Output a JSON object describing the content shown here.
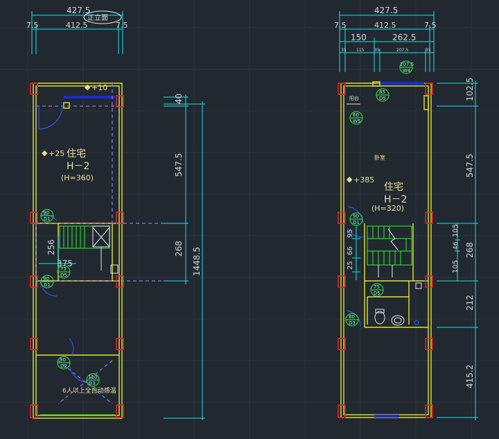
{
  "colors": {
    "background": "#212830",
    "dimension": "#19e3e3",
    "wall": "#e6e62a",
    "column": "#e02424",
    "stair": "#2ed12e",
    "window": "#1a2bd6",
    "text": "#cfd6dc"
  },
  "left_plan": {
    "top_dims": {
      "total": "427.5",
      "left": "7.5",
      "mid": "412.5",
      "right": "7.5",
      "elevation_tag": "正立面"
    },
    "right_dims": {
      "top": "40",
      "upper": "547.5",
      "middle": "268",
      "total": "1448.5"
    },
    "level_top": "+10",
    "level_room": "+25",
    "room_name": "住宅",
    "room_code": "H－2",
    "room_height": "(H=360)",
    "stair_dims": {
      "vertical": "256",
      "horizontal": "375"
    },
    "tags": [
      {
        "top": "90",
        "bottom": "D1"
      },
      {
        "top": "75",
        "bottom": "D5"
      },
      {
        "top": "90",
        "bottom": "D1"
      },
      {
        "top": "90",
        "bottom": "D2"
      },
      {
        "top": "120",
        "bottom": "D3"
      }
    ],
    "bottom_note": "6人以上全自动感温"
  },
  "right_plan": {
    "top_dims": {
      "total": "427.5",
      "left": "7.5",
      "mid": "412.5",
      "right": "7.5",
      "sub1": "150",
      "sub2": "262.5"
    },
    "tiny_dims": [
      "35",
      "115",
      "35",
      "207.5",
      "35"
    ],
    "right_dims": {
      "top": "102.5",
      "upper": "547.5",
      "stair_a": "105",
      "stair_b": "46",
      "stair_c": "105",
      "middle": "268",
      "lower": "212",
      "bottom": "415.2"
    },
    "stair_left_dims": [
      "95",
      "66",
      "25"
    ],
    "level": "+385",
    "room_label_small": "卧室",
    "room_name": "住宅",
    "room_code": "H－2",
    "room_height": "(H=320)",
    "note_top": "阳台",
    "tags": [
      {
        "top": "207.5",
        "bottom": "W4"
      },
      {
        "top": "85",
        "bottom": "D5"
      },
      {
        "top": "60",
        "bottom": "W5"
      },
      {
        "top": "90",
        "bottom": "D1"
      },
      {
        "top": "75",
        "bottom": "D5"
      },
      {
        "top": "80",
        "bottom": "D3"
      }
    ]
  }
}
